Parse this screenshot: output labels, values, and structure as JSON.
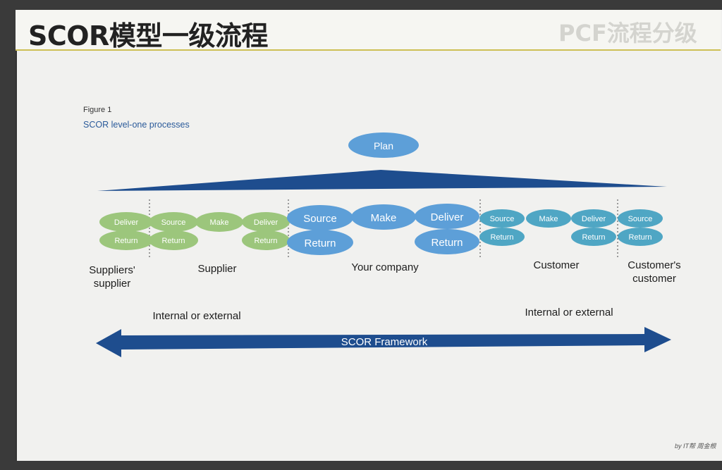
{
  "page_title": "SCOR模型一级流程",
  "bleed_text": "PCF流程分级",
  "figure": {
    "number": "Figure 1",
    "title": "SCOR level-one processes"
  },
  "plan_label": "Plan",
  "nodes": {
    "suppliers_supplier": {
      "deliver": "Deliver",
      "return": "Return"
    },
    "supplier": {
      "source": "Source",
      "source_return": "Return",
      "make": "Make",
      "deliver": "Deliver",
      "deliver_return": "Return"
    },
    "your_company": {
      "source": "Source",
      "source_return": "Return",
      "make": "Make",
      "deliver": "Deliver",
      "deliver_return": "Return"
    },
    "customer": {
      "source": "Source",
      "source_return": "Return",
      "make": "Make",
      "deliver": "Deliver",
      "deliver_return": "Return"
    },
    "customers_customer": {
      "source": "Source",
      "return": "Return"
    }
  },
  "group_labels": {
    "suppliers_supplier": [
      "Suppliers'",
      "supplier"
    ],
    "supplier": "Supplier",
    "your_company": "Your company",
    "customer": "Customer",
    "customers_customer": [
      "Customer's",
      "customer"
    ]
  },
  "internal_external_left": "Internal or external",
  "internal_external_right": "Internal or external",
  "framework_label": "SCOR Framework",
  "watermark": "by IT帮 周金根",
  "colors": {
    "green": "#9cc67c",
    "blue": "#5d9fd8",
    "teal": "#4fa6c4",
    "navy": "#1e4d8e"
  }
}
